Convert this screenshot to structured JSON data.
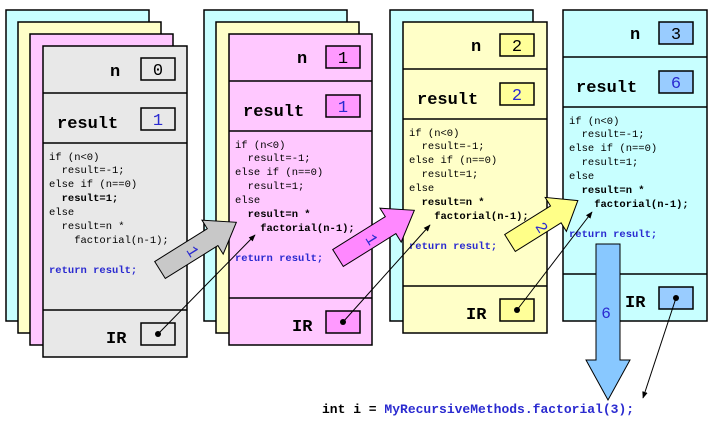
{
  "labels": {
    "n": "n",
    "result": "result",
    "ir": "IR"
  },
  "frames": [
    {
      "n": "0",
      "result": "1",
      "bg": "#e8e8e8",
      "code": [
        {
          "t": "if (n<0)",
          "s": "n"
        },
        {
          "t": "  result=-1;",
          "s": "n"
        },
        {
          "t": "else if (n==0)",
          "s": "n"
        },
        {
          "t": "  result=1;",
          "s": "b"
        },
        {
          "t": "else",
          "s": "n"
        },
        {
          "t": "  result=n *",
          "s": "n"
        },
        {
          "t": "    factorial(n-1);",
          "s": "n"
        },
        {
          "t": "",
          "s": "n"
        },
        {
          "t": "return result;",
          "s": "ret"
        }
      ]
    },
    {
      "n": "1",
      "result": "1",
      "bg": "#ffc8ff",
      "code": [
        {
          "t": "if (n<0)",
          "s": "n"
        },
        {
          "t": "  result=-1;",
          "s": "n"
        },
        {
          "t": "else if (n==0)",
          "s": "n"
        },
        {
          "t": "  result=1;",
          "s": "n"
        },
        {
          "t": "else",
          "s": "n"
        },
        {
          "t": "  result=n *",
          "s": "b"
        },
        {
          "t": "    factorial(n-1);",
          "s": "b"
        },
        {
          "t": "",
          "s": "n"
        },
        {
          "t": "return result;",
          "s": "ret"
        }
      ]
    },
    {
      "n": "2",
      "result": "2",
      "bg": "#ffffc8",
      "code": [
        {
          "t": "if (n<0)",
          "s": "n"
        },
        {
          "t": "  result=-1;",
          "s": "n"
        },
        {
          "t": "else if (n==0)",
          "s": "n"
        },
        {
          "t": "  result=1;",
          "s": "n"
        },
        {
          "t": "else",
          "s": "n"
        },
        {
          "t": "  result=n *",
          "s": "b"
        },
        {
          "t": "    factorial(n-1);",
          "s": "b"
        },
        {
          "t": "",
          "s": "n"
        },
        {
          "t": "return result;",
          "s": "ret"
        }
      ]
    },
    {
      "n": "3",
      "result": "6",
      "bg": "#c8ffff",
      "code": [
        {
          "t": "if (n<0)",
          "s": "n"
        },
        {
          "t": "  result=-1;",
          "s": "n"
        },
        {
          "t": "else if (n==0)",
          "s": "n"
        },
        {
          "t": "  result=1;",
          "s": "n"
        },
        {
          "t": "else",
          "s": "n"
        },
        {
          "t": "  result=n *",
          "s": "b"
        },
        {
          "t": "    factorial(n-1);",
          "s": "b"
        },
        {
          "t": "",
          "s": "n"
        },
        {
          "t": "return result;",
          "s": "ret"
        }
      ]
    }
  ],
  "stack_colors": [
    "#c8ffff",
    "#ffffc8",
    "#ffc8ff"
  ],
  "arrows": [
    {
      "label": "1",
      "color": "#c8c8c8"
    },
    {
      "label": "1",
      "color": "#ff88ff"
    },
    {
      "label": "2",
      "color": "#ffff88"
    },
    {
      "label": "6",
      "color": "#88c8ff"
    }
  ],
  "call": {
    "prefix": "int i = ",
    "expr": "MyRecursiveMethods.factorial(3);"
  }
}
